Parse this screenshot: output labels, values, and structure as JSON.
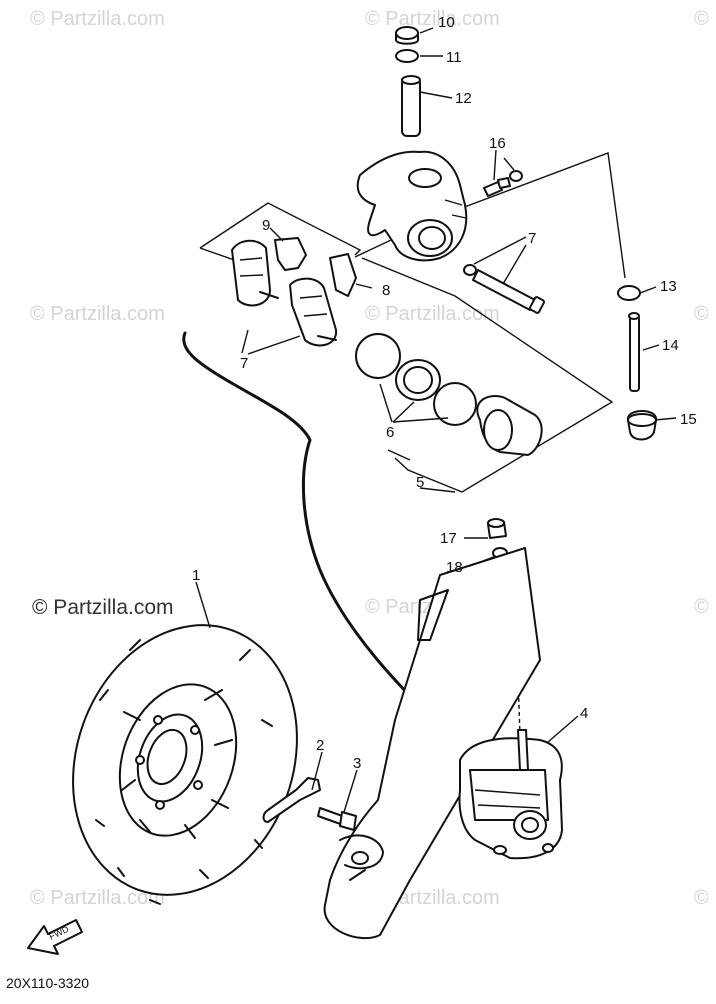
{
  "watermark": {
    "text": "© Partzilla.com",
    "text_dark": "© Partzilla.com",
    "symbol": "©"
  },
  "callouts": {
    "n1": "1",
    "n2": "2",
    "n3": "3",
    "n4": "4",
    "n5": "5",
    "n6": "6",
    "n7a": "7",
    "n7b": "7",
    "n8": "8",
    "n9": "9",
    "n10": "10",
    "n11": "11",
    "n12": "12",
    "n13": "13",
    "n14": "14",
    "n15": "15",
    "n16": "16",
    "n17": "17",
    "n18": "18"
  },
  "fwd_label": "FWD",
  "diagram_code": "20X110-3320"
}
